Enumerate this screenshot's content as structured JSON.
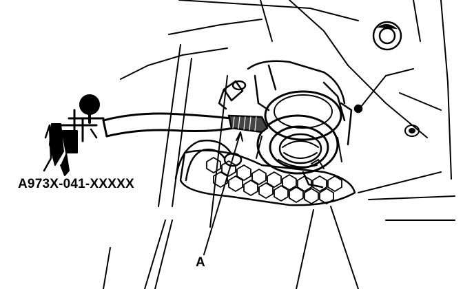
{
  "diagram": {
    "tool_part_number": "A973X-041-XXXXX",
    "callout_letter": "A",
    "line_color": "#000000",
    "background_color": "#ffffff",
    "icons": {
      "vacuum_pump": "vacuum-pump-gauge-icon",
      "hose": "vacuum-hose",
      "fitting": "hose-fitting-a"
    }
  }
}
